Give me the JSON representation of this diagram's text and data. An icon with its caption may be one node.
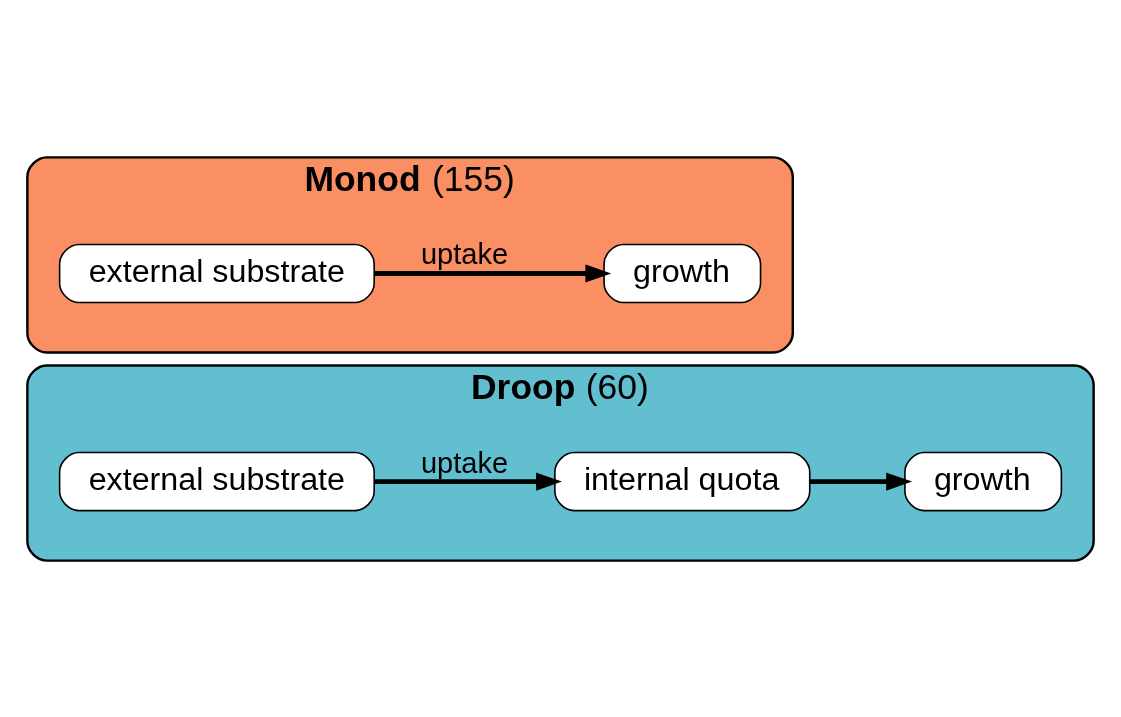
{
  "diagram": {
    "nodes": [
      {
        "text": [
          "**Monod** (155)"
        ]
      },
      {
        "text": [
          "external substrate"
        ],
        "in": 0
      },
      {
        "text": [
          "growth"
        ],
        "in": 0
      },
      {
        "text": [
          "**Droop** (60)"
        ]
      },
      {
        "text": [
          "external substrate"
        ],
        "in": 3
      },
      {
        "text": [
          "growth"
        ],
        "in": 3
      },
      {
        "text": [
          "internal quota"
        ],
        "in": 3
      }
    ],
    "edges": [
      {
        "from": 1,
        "to": 2,
        "arrow": "to",
        "label": "uptake"
      },
      {
        "from": 4,
        "to": 6,
        "arrow": "to",
        "label": "uptake"
      },
      {
        "from": 6,
        "to": 5,
        "arrow": "to"
      }
    ]
  }
}
